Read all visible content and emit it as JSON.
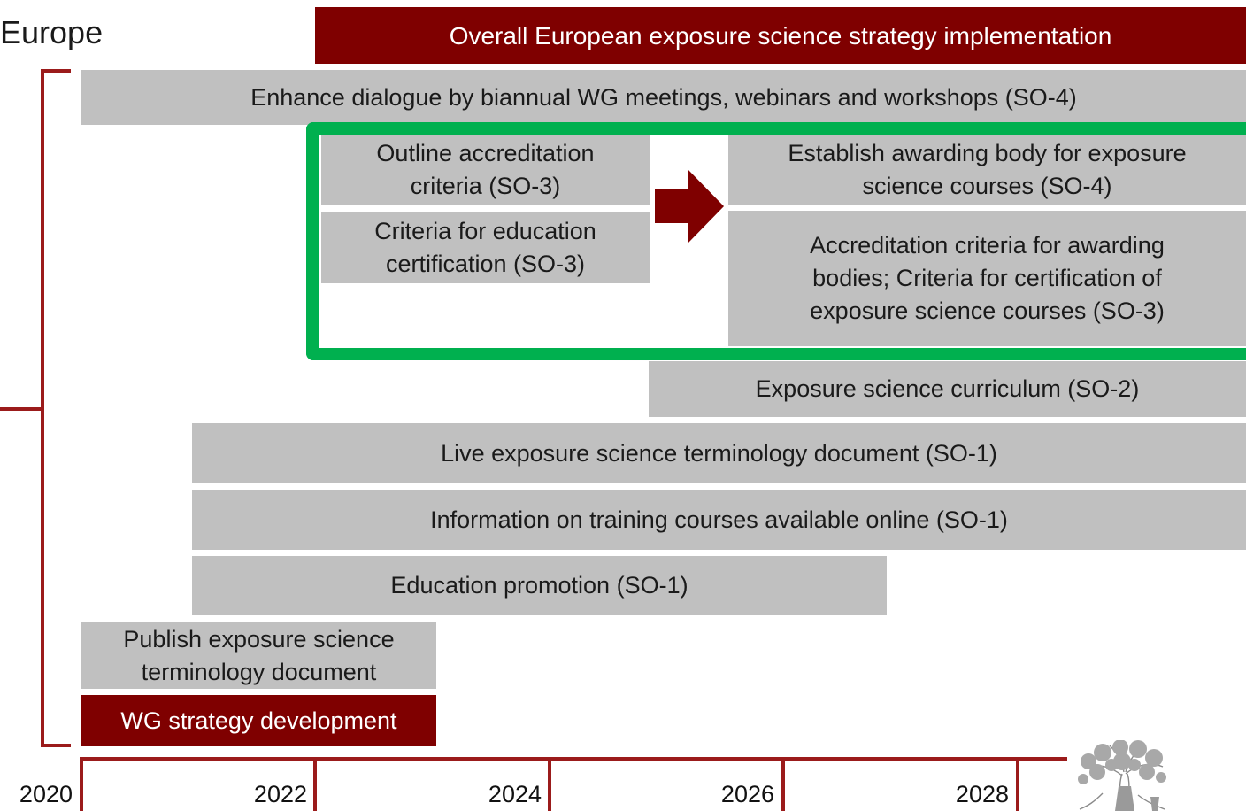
{
  "region_label": "Europe",
  "bars": {
    "overall": "Overall European exposure science strategy implementation",
    "dialogue": "Enhance dialogue by biannual WG meetings, webinars and workshops (SO-4)",
    "outline_accreditation": "Outline accreditation\ncriteria (SO-3)",
    "criteria_education": "Criteria for education\ncertification (SO-3)",
    "awarding_body": "Establish awarding body for exposure\nscience courses (SO-4)",
    "accreditation_criteria": "Accreditation criteria for awarding\nbodies; Criteria for certification of\nexposure science courses (SO-3)",
    "curriculum": "Exposure science curriculum (SO-2)",
    "live_terminology": "Live exposure science terminology document (SO-1)",
    "training_info": "Information on training courses available online (SO-1)",
    "education_promotion": "Education promotion (SO-1)",
    "publish_terminology": "Publish exposure science\nterminology document",
    "wg_strategy": "WG strategy development"
  },
  "axis": {
    "ticks": [
      "2020",
      "2022",
      "2024",
      "2026",
      "2028"
    ]
  },
  "colors": {
    "dark_red": "#7f0000",
    "gray_bar": "#c0c0c0",
    "green_highlight": "#00b04f",
    "axis_red": "#9b1b1b"
  },
  "icons": {
    "arrow": "right-arrow-icon",
    "logo": "tree-logo-icon"
  }
}
